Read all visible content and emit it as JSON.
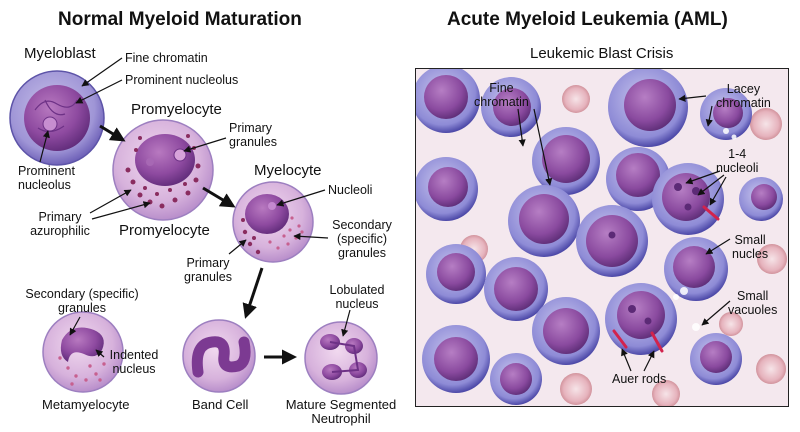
{
  "left": {
    "title": "Normal Myeloid Maturation",
    "stages": {
      "myeloblast": "Myeloblast",
      "promyelocyte_top": "Promyelocyte",
      "promyelocyte_bottom": "Promyelocyte",
      "myelocyte": "Myelocyte",
      "metamyelocyte": "Metamyelocyte",
      "band_cell": "Band Cell",
      "neutrophil_line1": "Mature Segmented",
      "neutrophil_line2": "Neutrophil"
    },
    "annotations": {
      "fine_chromatin": "Fine chromatin",
      "prominent_nucleolus_right": "Prominent nucleolus",
      "prominent_nucleolus_left_1": "Prominent",
      "prominent_nucleolus_left_2": "nucleolus",
      "primary_granules_1": "Primary",
      "primary_granules_2": "granules",
      "primary_azurophilic_1": "Primary",
      "primary_azurophilic_2": "azurophilic",
      "nucleoli": "Nucleoli",
      "secondary_specific_1": "Secondary",
      "secondary_specific_2": "(specific)",
      "secondary_specific_3": "granules",
      "myelocyte_primary_1": "Primary",
      "myelocyte_primary_2": "granules",
      "meta_secondary_1": "Secondary (specific)",
      "meta_secondary_2": "granules",
      "indented_1": "Indented",
      "indented_2": "nucleus",
      "lobulated_1": "Lobulated",
      "lobulated_2": "nucleus"
    }
  },
  "right": {
    "title": "Acute Myeloid Leukemia (AML)",
    "subtitle": "Leukemic Blast Crisis",
    "annotations": {
      "fine_chromatin_1": "Fine",
      "fine_chromatin_2": "chromatin",
      "lacey_1": "Lacey",
      "lacey_2": "chromatin",
      "nucleoli_1": "1-4",
      "nucleoli_2": "nucleoli",
      "small_nucles_1": "Small",
      "small_nucles_2": "nucles",
      "small_vacuoles_1": "Small",
      "small_vacuoles_2": "vacuoles",
      "auer_rods": "Auer rods"
    }
  }
}
